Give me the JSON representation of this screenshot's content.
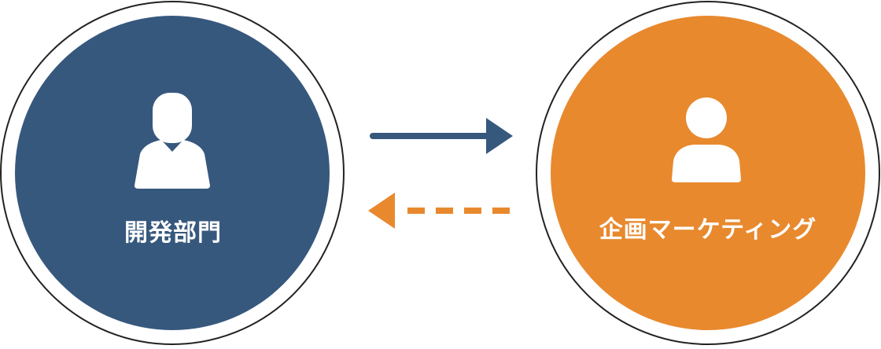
{
  "nodes": [
    {
      "label": "開発部門",
      "color": "#37587d",
      "icon": "person-with-collar-icon"
    },
    {
      "label": "企画マーケティング",
      "color": "#e8892e",
      "icon": "person-icon"
    }
  ],
  "arrows": [
    {
      "direction": "left-to-right",
      "style": "solid",
      "color": "#37587d"
    },
    {
      "direction": "right-to-left",
      "style": "dashed",
      "color": "#e8892e"
    }
  ]
}
